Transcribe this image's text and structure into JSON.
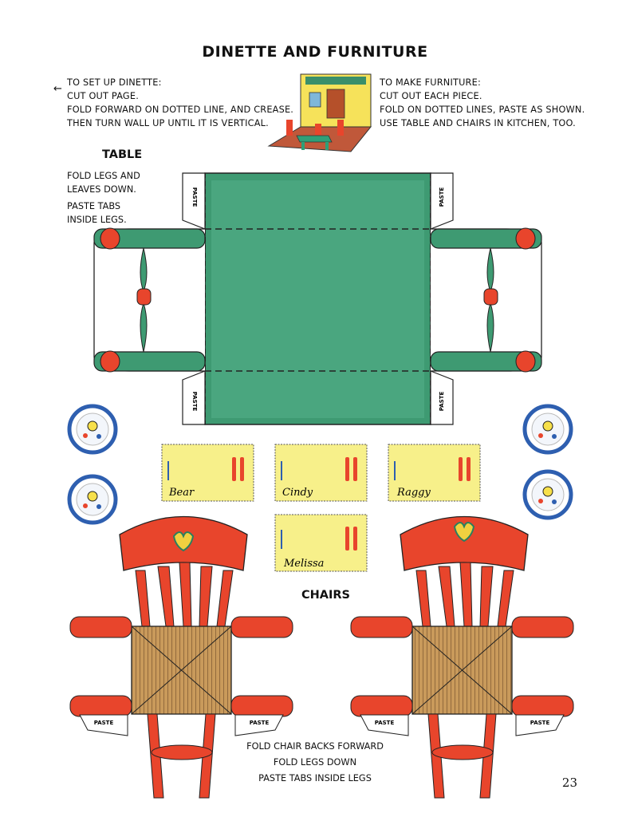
{
  "title": "DINETTE AND FURNITURE",
  "dinette_instructions": [
    "TO SET UP DINETTE:",
    "CUT OUT PAGE.",
    "FOLD FORWARD ON DOTTED LINE, AND CREASE.",
    "THEN TURN WALL UP UNTIL IT IS VERTICAL."
  ],
  "furniture_instructions": [
    "TO MAKE FURNITURE:",
    "CUT OUT EACH PIECE.",
    "FOLD ON DOTTED LINES, PASTE AS SHOWN.",
    "USE TABLE AND CHAIRS IN KITCHEN, TOO."
  ],
  "table": {
    "heading": "TABLE",
    "instructions": [
      "FOLD LEGS AND",
      "LEAVES DOWN.",
      "PASTE TABS",
      "INSIDE LEGS."
    ],
    "tab_label": "PASTE"
  },
  "placemats": [
    "Bear",
    "Cindy",
    "Raggy",
    "Melissa"
  ],
  "chairs": {
    "heading": "CHAIRS",
    "tab_label": "PASTE",
    "instructions": [
      "FOLD CHAIR BACKS FORWARD",
      "FOLD LEGS DOWN",
      "PASTE TABS INSIDE LEGS"
    ]
  },
  "page_number": "23",
  "colors": {
    "table_green": "#3e9a72",
    "chair_red": "#e8452c",
    "placemat_yellow": "#f7f08a",
    "seat_tan": "#c99a5b",
    "plate_blue": "#2e5fb0"
  }
}
